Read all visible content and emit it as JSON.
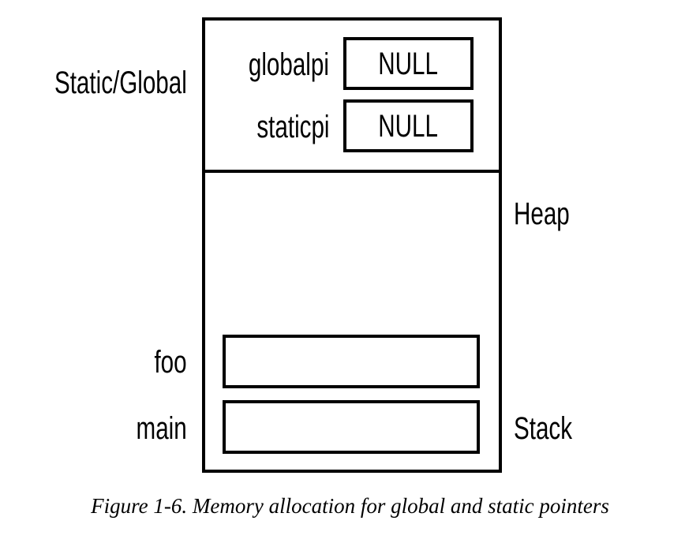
{
  "diagram": {
    "regions": {
      "static_global": "Static/Global",
      "heap": "Heap",
      "stack": "Stack"
    },
    "static_variables": [
      {
        "name": "globalpi",
        "value": "NULL"
      },
      {
        "name": "staticpi",
        "value": "NULL"
      }
    ],
    "stack_frames": [
      {
        "name": "foo"
      },
      {
        "name": "main"
      }
    ]
  },
  "caption": "Figure 1-6. Memory allocation for global and static pointers"
}
